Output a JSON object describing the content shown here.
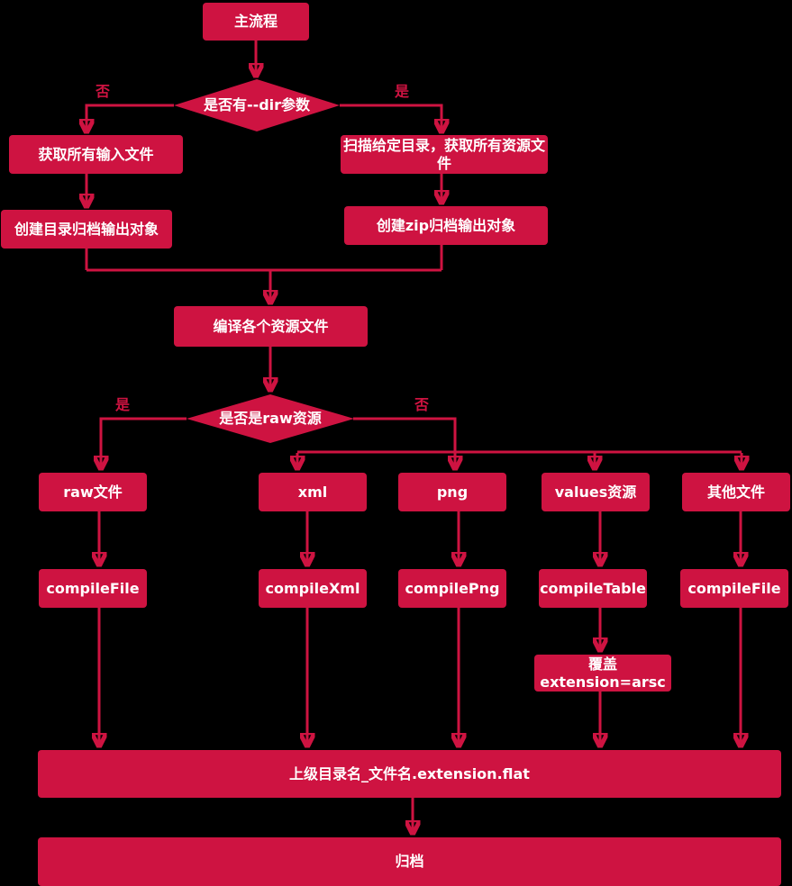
{
  "diagram": {
    "type": "flowchart",
    "nodes": {
      "main": {
        "label": "主流程",
        "shape": "box"
      },
      "decision_dir": {
        "label": "是否有--dir参数",
        "shape": "diamond"
      },
      "get_input": {
        "label": "获取所有输入文件",
        "shape": "box"
      },
      "scan_dir": {
        "label": "扫描给定目录，获取所有资源文件",
        "shape": "box"
      },
      "create_dir_archive": {
        "label": "创建目录归档输出对象",
        "shape": "box"
      },
      "create_zip_archive": {
        "label": "创建zip归档输出对象",
        "shape": "box"
      },
      "compile_each": {
        "label": "编译各个资源文件",
        "shape": "box"
      },
      "decision_raw": {
        "label": "是否是raw资源",
        "shape": "diamond"
      },
      "raw_file": {
        "label": "raw文件",
        "shape": "box"
      },
      "xml": {
        "label": "xml",
        "shape": "box"
      },
      "png": {
        "label": "png",
        "shape": "box"
      },
      "values_res": {
        "label": "values资源",
        "shape": "box"
      },
      "other_file": {
        "label": "其他文件",
        "shape": "box"
      },
      "compile_file_raw": {
        "label": "compileFile",
        "shape": "box"
      },
      "compile_xml": {
        "label": "compileXml",
        "shape": "box"
      },
      "compile_png": {
        "label": "compilePng",
        "shape": "box"
      },
      "compile_table": {
        "label": "compileTable",
        "shape": "box"
      },
      "compile_file_other": {
        "label": "compileFile",
        "shape": "box"
      },
      "override_ext": {
        "label": "覆盖extension=arsc",
        "shape": "box"
      },
      "flat_name": {
        "label": "上级目录名_文件名.extension.flat",
        "shape": "box"
      },
      "archive": {
        "label": "归档",
        "shape": "box"
      }
    },
    "edge_labels": {
      "dir_no": "否",
      "dir_yes": "是",
      "raw_yes": "是",
      "raw_no": "否"
    },
    "colors": {
      "red": "#CE1341",
      "bg": "#000000",
      "node-text": "#FFFFFF"
    }
  }
}
